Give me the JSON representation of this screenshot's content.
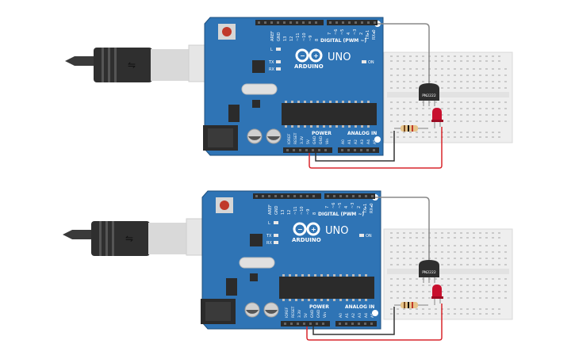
{
  "colors": {
    "board": "#2f74b5",
    "board_dark": "#245d93",
    "board_edge": "#1f4f7d",
    "header": "#2b2b2b",
    "breadboard": "#eeeeee",
    "breadboard_hole": "#c9c9c9",
    "wire_red": "#d9262c",
    "wire_black": "#333333",
    "wire_gray": "#8a8a8a",
    "led": "#c8102e",
    "transistor": "#2e2e2e",
    "usb_body": "#333333",
    "usb_connector": "#d9d9d9"
  },
  "circuits": [
    {
      "id": "top",
      "board": {
        "brand": "ARDUINO",
        "model": "UNO",
        "digital_label": "DIGITAL (PWM ~)",
        "power_label": "POWER",
        "analog_label": "ANALOG IN",
        "on_label": "ON",
        "led_l": "L",
        "led_tx": "TX",
        "led_rx": "RX",
        "top_pins": [
          "AREF",
          "GND",
          "13",
          "12",
          "~11",
          "~10",
          "~9",
          "8",
          "7",
          "~6",
          "~5",
          "4",
          "~3",
          "2",
          "TX▸1",
          "RX◂0"
        ],
        "power_pins": [
          "IOREF",
          "RESET",
          "3.3V",
          "5V",
          "GND",
          "GND",
          "Vin"
        ],
        "analog_pins": [
          "A0",
          "A1",
          "A2",
          "A3",
          "A4",
          "A5"
        ]
      },
      "transistor_label": "PN2222"
    },
    {
      "id": "bottom",
      "board": {
        "brand": "ARDUINO",
        "model": "UNO",
        "digital_label": "DIGITAL (PWM ~)",
        "power_label": "POWER",
        "analog_label": "ANALOG IN",
        "on_label": "ON",
        "led_l": "L",
        "led_tx": "TX",
        "led_rx": "RX",
        "top_pins": [
          "AREF",
          "GND",
          "13",
          "12",
          "~11",
          "~10",
          "~9",
          "8",
          "7",
          "~6",
          "~5",
          "4",
          "~3",
          "2",
          "TX▸1",
          "RX◂0"
        ],
        "power_pins": [
          "IOREF",
          "RESET",
          "3.3V",
          "5V",
          "GND",
          "GND",
          "Vin"
        ],
        "analog_pins": [
          "A0",
          "A1",
          "A2",
          "A3",
          "A4",
          "A5"
        ]
      },
      "transistor_label": "PN2222"
    }
  ]
}
